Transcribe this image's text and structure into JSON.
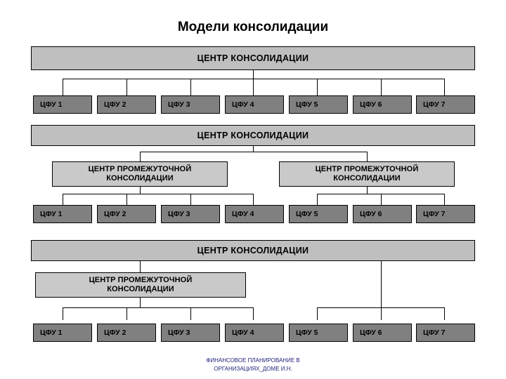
{
  "title": "Модели консолидации",
  "footer": {
    "line1": "ФИНАНСОВОЕ ПЛАНИРОВАНИЕ В",
    "line2": "ОРГАНИЗАЦИЯХ_ДОМЕ И.Н."
  },
  "labels": {
    "center": "ЦЕНТР КОНСОЛИДАЦИИ",
    "intermediate_line1": "ЦЕНТР ПРОМЕЖУТОЧНОЙ",
    "intermediate_line2": "КОНСОЛИДАЦИИ"
  },
  "colors": {
    "center_fill": "#bfbfbf",
    "intermediate_fill": "#c9c9c9",
    "leaf_fill": "#808080",
    "stroke": "#000000",
    "footer_text": "#1f1f7a"
  },
  "models": [
    {
      "name": "flat-model",
      "center": "ЦЕНТР КОНСОЛИДАЦИИ",
      "intermediates": [],
      "leaves": [
        "ЦФУ 1",
        "ЦФУ 2",
        "ЦФУ 3",
        "ЦФУ 4",
        "ЦФУ 5",
        "ЦФУ 6",
        "ЦФУ 7"
      ]
    },
    {
      "name": "two-intermediate-model",
      "center": "ЦЕНТР КОНСОЛИДАЦИИ",
      "intermediates": [
        "ЦЕНТР ПРОМЕЖУТОЧНОЙ КОНСОЛИДАЦИИ",
        "ЦЕНТР ПРОМЕЖУТОЧНОЙ КОНСОЛИДАЦИИ"
      ],
      "leaves": [
        "ЦФУ 1",
        "ЦФУ 2",
        "ЦФУ 3",
        "ЦФУ 4",
        "ЦФУ 5",
        "ЦФУ 6",
        "ЦФУ 7"
      ]
    },
    {
      "name": "one-intermediate-model",
      "center": "ЦЕНТР КОНСОЛИДАЦИИ",
      "intermediates": [
        "ЦЕНТР ПРОМЕЖУТОЧНОЙ КОНСОЛИДАЦИИ"
      ],
      "leaves": [
        "ЦФУ 1",
        "ЦФУ 2",
        "ЦФУ 3",
        "ЦФУ 4",
        "ЦФУ 5",
        "ЦФУ 6",
        "ЦФУ 7"
      ]
    }
  ]
}
